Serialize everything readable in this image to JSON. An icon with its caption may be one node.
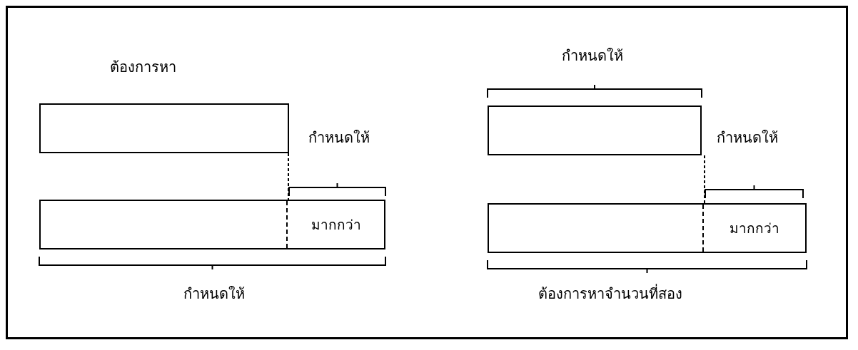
{
  "diagram": {
    "nodes": [
      {
        "text": [],
        "shape": "bar"
      },
      {
        "text": [],
        "shape": "bar"
      },
      {
        "text": [
          "มากกว่า"
        ],
        "in": 1
      },
      {
        "text": [],
        "shape": "bar"
      },
      {
        "text": [],
        "shape": "bar"
      },
      {
        "text": [
          "มากกว่า"
        ],
        "in": 4
      }
    ],
    "edges": [],
    "labels": [
      "ต้องการหา",
      "กำหนดให้",
      "กำหนดให้",
      "กำหนดให้",
      "กำหนดให้",
      "ต้องการหาจำนวนที่สอง"
    ]
  }
}
